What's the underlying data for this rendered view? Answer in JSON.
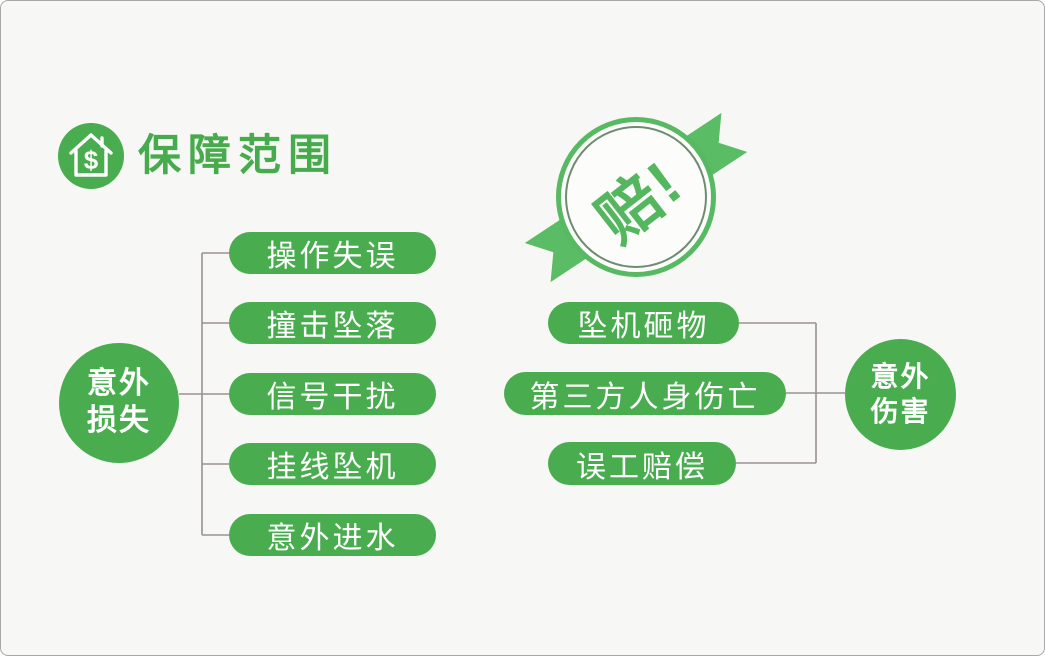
{
  "header": {
    "title": "保障范围",
    "icon_glyph": "$"
  },
  "stamp": {
    "text": "赔!"
  },
  "left_group": {
    "node": {
      "line1": "意外",
      "line2": "损失"
    },
    "items": [
      "操作失误",
      "撞击坠落",
      "信号干扰",
      "挂线坠机",
      "意外进水"
    ]
  },
  "right_group": {
    "node": {
      "line1": "意外",
      "line2": "伤害"
    },
    "items": [
      "坠机砸物",
      "第三方人身伤亡",
      "误工赔偿"
    ]
  },
  "colors": {
    "green": "#49ad4f",
    "stamp_green": "#5abc64",
    "title_green": "#47ab4d",
    "connector": "#9a928d",
    "background": "#f7f8f5",
    "text_on_green": "#ffffff",
    "stamp_text": "#54b75f"
  }
}
